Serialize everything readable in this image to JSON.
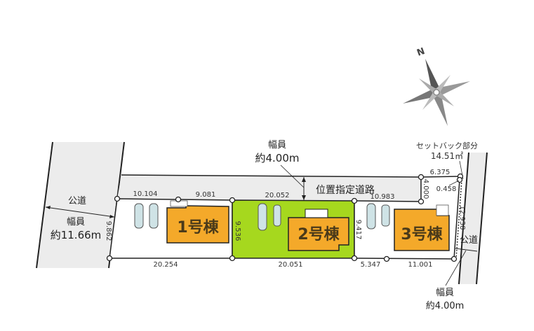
{
  "compass": {
    "label": "N"
  },
  "left_road": {
    "name": "公道",
    "width_label": "幅員",
    "width_value": "約11.66m"
  },
  "private_road": {
    "name": "位置指定道路",
    "width_label": "幅員",
    "width_value": "約4.00m"
  },
  "right_road": {
    "name": "公道",
    "width_label": "幅員",
    "width_value": "約4.00m"
  },
  "setback": {
    "label": "セットバック部分",
    "area": "14.51㎡"
  },
  "buildings": [
    {
      "label": "1号棟"
    },
    {
      "label": "2号棟"
    },
    {
      "label": "3号棟"
    }
  ],
  "dimensions": {
    "top_1a": "10.104",
    "top_1b": "9.081",
    "top_2": "20.052",
    "top_3": "10.983",
    "bottom_1": "20.254",
    "bottom_2": "20.051",
    "bottom_3a": "5.347",
    "bottom_3b": "11.001",
    "left_1": "9.862",
    "side_12": "9.536",
    "side_23": "9.417",
    "road_end": "4.000",
    "top_right": "6.375",
    "corner": "0.458",
    "right_side": "12.938"
  },
  "colors": {
    "lot2": "#a6d81e",
    "building": "#f4a92a",
    "road": "#ececec"
  }
}
